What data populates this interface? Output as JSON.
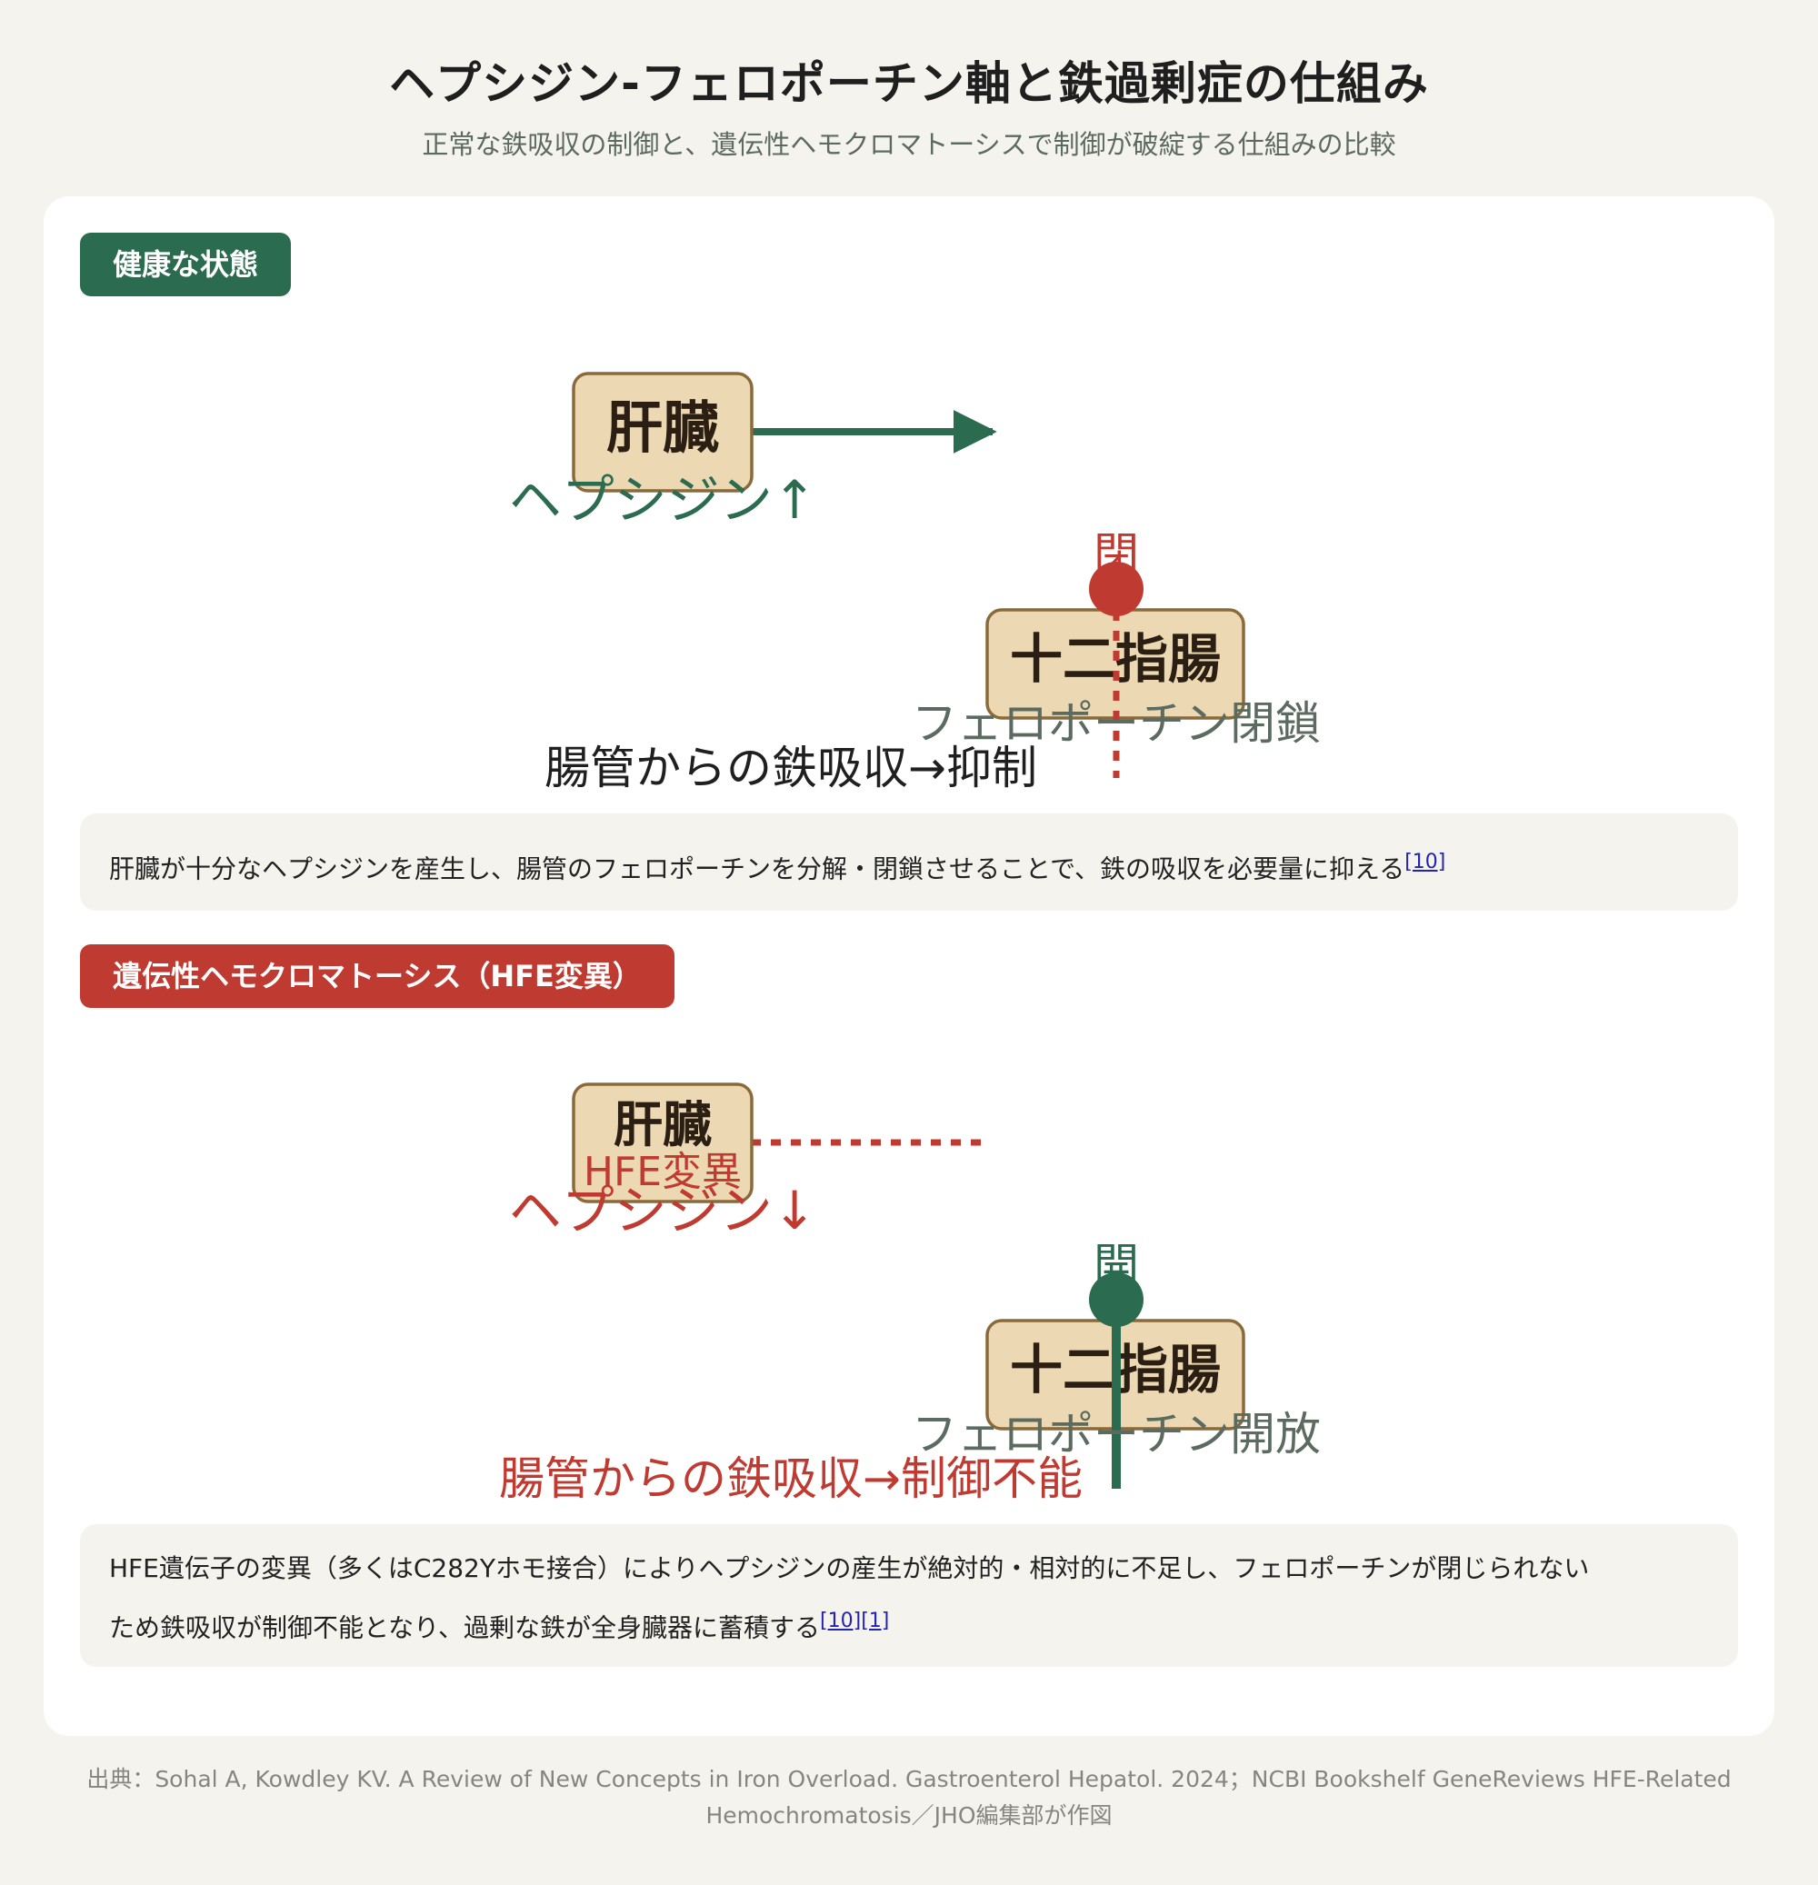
{
  "header": {
    "title": "ヘプシジン-フェロポーチン軸と鉄過剰症の仕組み",
    "subtitle": "正常な鉄吸収の制御と、遺伝性ヘモクロマトーシスで制御が破綻する仕組みの比較"
  },
  "healthy": {
    "badge": "健康な状態",
    "liver_label": "肝臓",
    "hepcidin_label": "ヘプシジン↑",
    "gate_label": "閉",
    "duodenum_label": "十二指腸",
    "ferroportin_label": "フェロポーチン閉鎖",
    "result_label": "腸管からの鉄吸収→抑制",
    "note": "肝臓が十分なヘプシジンを産生し、腸管のフェロポーチンを分解・閉鎖させることで、鉄の吸収を必要量に抑える",
    "refs": [
      "[10]"
    ]
  },
  "hemochromatosis": {
    "badge": "遺伝性ヘモクロマトーシス（HFE変異）",
    "liver_label": "肝臓",
    "mutation_label": "HFE変異",
    "hepcidin_label": "ヘプシジン↓",
    "gate_label": "開",
    "duodenum_label": "十二指腸",
    "ferroportin_label": "フェロポーチン開放",
    "result_label": "腸管からの鉄吸収→制御不能",
    "note_line1": "HFE遺伝子の変異（多くはC282Yホモ接合）によりヘプシジンの産生が絶対的・相対的に不足し、フェロポーチンが閉じられない",
    "note_line2": "ため鉄吸収が制御不能となり、過剰な鉄が全身臓器に蓄積する",
    "refs": [
      "[10]",
      "[1]"
    ]
  },
  "colors": {
    "green": "#2b6b4f",
    "red": "#bf3a30",
    "organ_fill": "#ecd9b3",
    "organ_stroke": "#8a6a3a",
    "gray_label": "#5c6b60"
  },
  "source": "出典：Sohal A, Kowdley KV. A Review of New Concepts in Iron Overload. Gastroenterol Hepatol. 2024；NCBI Bookshelf GeneReviews HFE-Related Hemochromatosis／JHO編集部が作図"
}
